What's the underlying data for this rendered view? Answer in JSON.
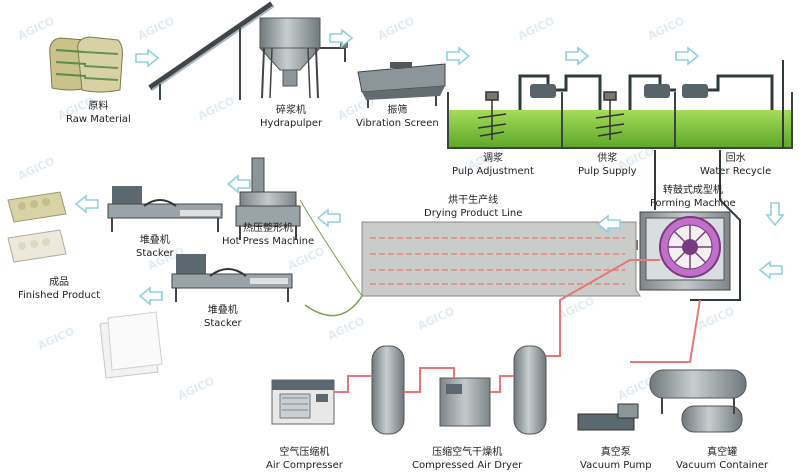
{
  "watermark": "AGICO",
  "colors": {
    "pulp_green": "#7bc43a",
    "pipe_red": "#e87878",
    "pipe_dark": "#2f3b3b",
    "machine_grey": "#9aa3a8",
    "forming_purple": "#c070c8",
    "arrow_outline": "#8fd0e0",
    "drying_fill": "#c9ccc8",
    "watermark": "#c8dceb"
  },
  "stations": [
    {
      "id": "raw",
      "zh": "原料",
      "en": "Raw Material"
    },
    {
      "id": "hydrapulper",
      "zh": "碎浆机",
      "en": "Hydrapulper"
    },
    {
      "id": "vibration",
      "zh": "振筛",
      "en": "Vibration Screen"
    },
    {
      "id": "pulp_adjust",
      "zh": "调浆",
      "en": "Pulp Adjustment"
    },
    {
      "id": "pulp_supply",
      "zh": "供浆",
      "en": "Pulp Supply"
    },
    {
      "id": "water_recycle",
      "zh": "回水",
      "en": "Water Recycle"
    },
    {
      "id": "forming",
      "zh": "转鼓式成型机",
      "en": "Forming Machine"
    },
    {
      "id": "drying",
      "zh": "烘干生产线",
      "en": "Drying Product Line"
    },
    {
      "id": "hot_press",
      "zh": "热压整形机",
      "en": "Hot Press Machine"
    },
    {
      "id": "stacker_top",
      "zh": "堆叠机",
      "en": "Stacker"
    },
    {
      "id": "stacker_bottom",
      "zh": "堆叠机",
      "en": "Stacker"
    },
    {
      "id": "finished",
      "zh": "成品",
      "en": "Finished Product"
    },
    {
      "id": "air_compressor",
      "zh": "空气压缩机",
      "en": "Air Compresser"
    },
    {
      "id": "air_dryer",
      "zh": "压缩空气干燥机",
      "en": "Compressed Air Dryer"
    },
    {
      "id": "vacuum_pump",
      "zh": "真空泵",
      "en": "Vacuum Pump"
    },
    {
      "id": "vacuum_container",
      "zh": "真空罐",
      "en": "Vacuum Container"
    }
  ]
}
